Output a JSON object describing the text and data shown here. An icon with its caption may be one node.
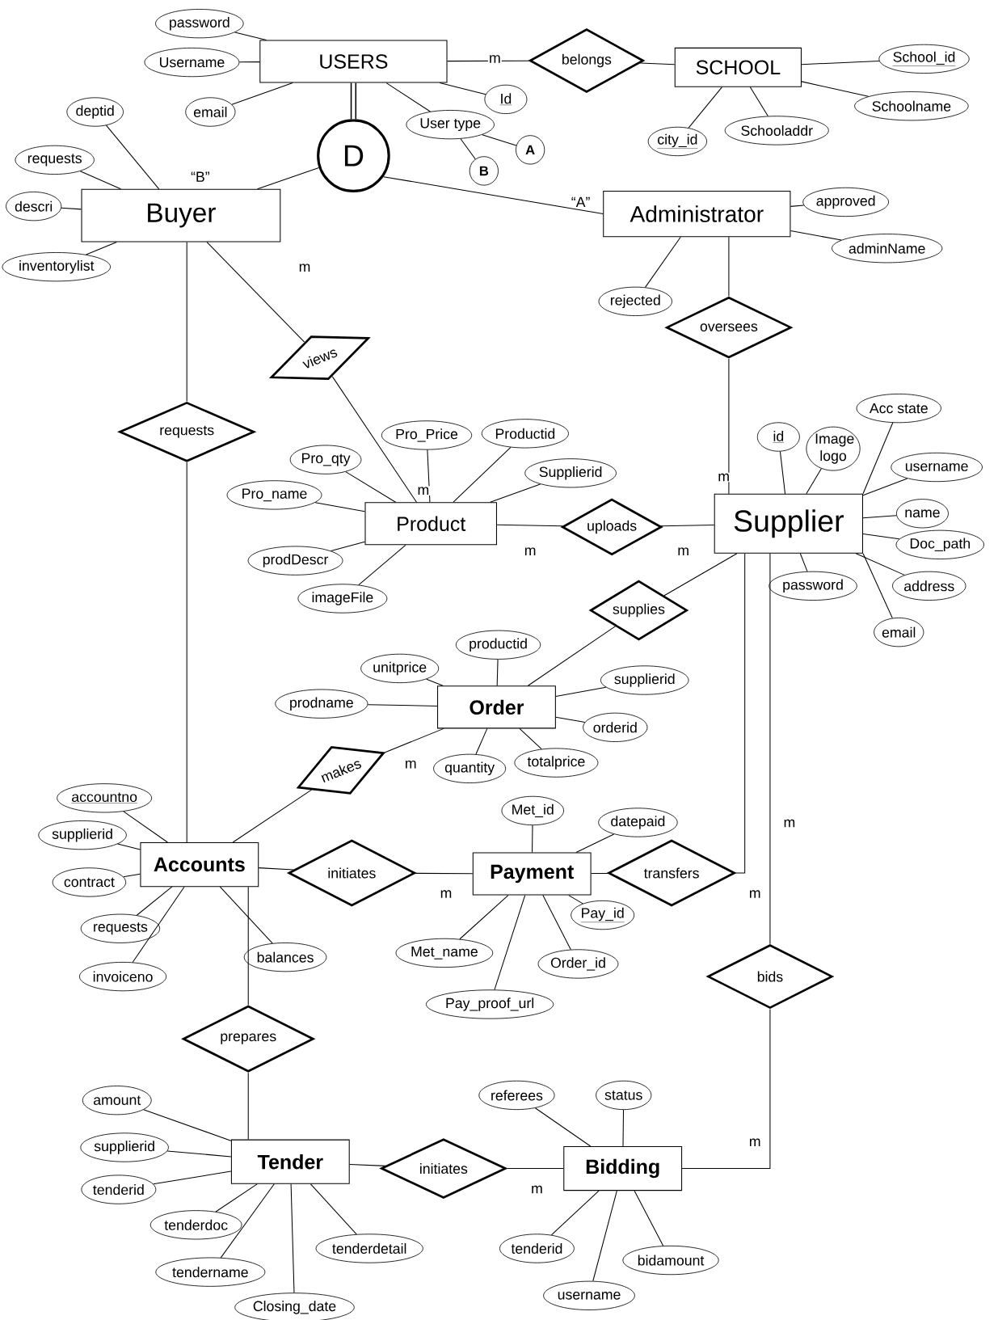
{
  "diagram": {
    "nodes": [
      {
        "text": [
          "USERS"
        ]
      },
      {
        "text": [
          "password"
        ]
      },
      {
        "text": [
          "Username"
        ]
      },
      {
        "text": [
          "email"
        ]
      },
      {
        "text": [
          "Id"
        ]
      },
      {
        "text": [
          "User type"
        ]
      },
      {
        "text": [
          "A"
        ]
      },
      {
        "text": [
          "B"
        ]
      },
      {
        "text": [
          "belongs"
        ]
      },
      {
        "text": [
          "SCHOOL"
        ]
      },
      {
        "text": [
          "School_id"
        ]
      },
      {
        "text": [
          "Schoolname"
        ]
      },
      {
        "text": [
          "Schooladdr"
        ]
      },
      {
        "text": [
          "city_id"
        ]
      },
      {
        "text": [
          "D"
        ]
      },
      {
        "text": [
          "Buyer"
        ]
      },
      {
        "text": [
          "deptid"
        ]
      },
      {
        "text": [
          "requests"
        ]
      },
      {
        "text": [
          "descri"
        ]
      },
      {
        "text": [
          "inventorylist"
        ]
      },
      {
        "text": [
          "Administrator"
        ]
      },
      {
        "text": [
          "approved"
        ]
      },
      {
        "text": [
          "adminName"
        ]
      },
      {
        "text": [
          "rejected"
        ]
      },
      {
        "text": [
          "views"
        ]
      },
      {
        "text": [
          "requests"
        ]
      },
      {
        "text": [
          "oversees"
        ]
      },
      {
        "text": [
          "Product"
        ]
      },
      {
        "text": [
          "Pro_Price"
        ]
      },
      {
        "text": [
          "Productid"
        ]
      },
      {
        "text": [
          "Pro_qty"
        ]
      },
      {
        "text": [
          "Supplierid"
        ]
      },
      {
        "text": [
          "Pro_name"
        ]
      },
      {
        "text": [
          "prodDescr"
        ]
      },
      {
        "text": [
          "imageFile"
        ]
      },
      {
        "text": [
          "uploads"
        ]
      },
      {
        "text": [
          "Supplier"
        ]
      },
      {
        "text": [
          "id"
        ]
      },
      {
        "text": [
          "Image logo"
        ]
      },
      {
        "text": [
          "Acc state"
        ]
      },
      {
        "text": [
          "username"
        ]
      },
      {
        "text": [
          "name"
        ]
      },
      {
        "text": [
          "Doc_path"
        ]
      },
      {
        "text": [
          "address"
        ]
      },
      {
        "text": [
          "email"
        ]
      },
      {
        "text": [
          "password"
        ]
      },
      {
        "text": [
          "supplies"
        ]
      },
      {
        "text": [
          "Order"
        ]
      },
      {
        "text": [
          "productid"
        ]
      },
      {
        "text": [
          "unitprice"
        ]
      },
      {
        "text": [
          "supplierid"
        ]
      },
      {
        "text": [
          "prodname"
        ]
      },
      {
        "text": [
          "orderid"
        ]
      },
      {
        "text": [
          "quantity"
        ]
      },
      {
        "text": [
          "totalprice"
        ]
      },
      {
        "text": [
          "makes"
        ]
      },
      {
        "text": [
          "Accounts"
        ]
      },
      {
        "text": [
          "accountno"
        ]
      },
      {
        "text": [
          "supplierid"
        ]
      },
      {
        "text": [
          "contract"
        ]
      },
      {
        "text": [
          "requests"
        ]
      },
      {
        "text": [
          "invoiceno"
        ]
      },
      {
        "text": [
          "balances"
        ]
      },
      {
        "text": [
          "initiates"
        ]
      },
      {
        "text": [
          "Payment"
        ]
      },
      {
        "text": [
          "Met_id"
        ]
      },
      {
        "text": [
          "datepaid"
        ]
      },
      {
        "text": [
          "Pay_id"
        ]
      },
      {
        "text": [
          "Met_name"
        ]
      },
      {
        "text": [
          "Order_id"
        ]
      },
      {
        "text": [
          "Pay_proof_url"
        ]
      },
      {
        "text": [
          "transfers"
        ]
      },
      {
        "text": [
          "bids"
        ]
      },
      {
        "text": [
          "prepares"
        ]
      },
      {
        "text": [
          "Tender"
        ]
      },
      {
        "text": [
          "amount"
        ]
      },
      {
        "text": [
          "supplierid"
        ]
      },
      {
        "text": [
          "tenderid"
        ]
      },
      {
        "text": [
          "tenderdoc"
        ]
      },
      {
        "text": [
          "tendername"
        ]
      },
      {
        "text": [
          "Closing_date"
        ]
      },
      {
        "text": [
          "tenderdetail"
        ]
      },
      {
        "text": [
          "initiates"
        ]
      },
      {
        "text": [
          "Bidding"
        ]
      },
      {
        "text": [
          "referees"
        ]
      },
      {
        "text": [
          "status"
        ]
      },
      {
        "text": [
          "tenderid"
        ]
      },
      {
        "text": [
          "bidamount"
        ]
      },
      {
        "text": [
          "username"
        ]
      }
    ],
    "edges": [
      {
        "from": 0,
        "to": 8,
        "arrow": "none",
        "label": "m"
      },
      {
        "from": 8,
        "to": 9,
        "arrow": "none"
      },
      {
        "from": 0,
        "to": 14,
        "arrow": "none",
        "style": "thick"
      },
      {
        "from": 14,
        "to": 15,
        "arrow": "none",
        "label": "“B”"
      },
      {
        "from": 14,
        "to": 20,
        "arrow": "none",
        "label": "“A”"
      },
      {
        "from": 15,
        "to": 24,
        "arrow": "none",
        "label": "m"
      },
      {
        "from": 24,
        "to": 27,
        "arrow": "none",
        "label": "m"
      },
      {
        "from": 15,
        "to": 25,
        "arrow": "none"
      },
      {
        "from": 25,
        "to": 56,
        "arrow": "none"
      },
      {
        "from": 20,
        "to": 26,
        "arrow": "none"
      },
      {
        "from": 26,
        "to": 36,
        "arrow": "none",
        "label": "m"
      },
      {
        "from": 27,
        "to": 35,
        "arrow": "none",
        "label": "m"
      },
      {
        "from": 35,
        "to": 36,
        "arrow": "none",
        "label": "m"
      },
      {
        "from": 36,
        "to": 46,
        "arrow": "none"
      },
      {
        "from": 46,
        "to": 47,
        "arrow": "none"
      },
      {
        "from": 47,
        "to": 55,
        "arrow": "none",
        "label": "m"
      },
      {
        "from": 55,
        "to": 56,
        "arrow": "none"
      },
      {
        "from": 56,
        "to": 63,
        "arrow": "none"
      },
      {
        "from": 63,
        "to": 64,
        "arrow": "none",
        "label": "m"
      },
      {
        "from": 64,
        "to": 71,
        "arrow": "none"
      },
      {
        "from": 71,
        "to": 36,
        "arrow": "none",
        "label": "m"
      },
      {
        "from": 36,
        "to": 72,
        "arrow": "none",
        "label": "m"
      },
      {
        "from": 72,
        "to": 83,
        "arrow": "none",
        "label": "m"
      },
      {
        "from": 56,
        "to": 73,
        "arrow": "none"
      },
      {
        "from": 73,
        "to": 74,
        "arrow": "none"
      },
      {
        "from": 74,
        "to": 82,
        "arrow": "none"
      },
      {
        "from": 82,
        "to": 83,
        "arrow": "none",
        "label": "m"
      },
      {
        "from": 1,
        "to": 0,
        "arrow": "none"
      },
      {
        "from": 2,
        "to": 0,
        "arrow": "none"
      },
      {
        "from": 3,
        "to": 0,
        "arrow": "none"
      },
      {
        "from": 4,
        "to": 0,
        "arrow": "none"
      },
      {
        "from": 5,
        "to": 0,
        "arrow": "none"
      },
      {
        "from": 6,
        "to": 5,
        "arrow": "none"
      },
      {
        "from": 7,
        "to": 5,
        "arrow": "none"
      },
      {
        "from": 10,
        "to": 9,
        "arrow": "none"
      },
      {
        "from": 11,
        "to": 9,
        "arrow": "none"
      },
      {
        "from": 12,
        "to": 9,
        "arrow": "none"
      },
      {
        "from": 13,
        "to": 9,
        "arrow": "none"
      },
      {
        "from": 16,
        "to": 15,
        "arrow": "none"
      },
      {
        "from": 17,
        "to": 15,
        "arrow": "none"
      },
      {
        "from": 18,
        "to": 15,
        "arrow": "none"
      },
      {
        "from": 19,
        "to": 15,
        "arrow": "none"
      },
      {
        "from": 21,
        "to": 20,
        "arrow": "none"
      },
      {
        "from": 22,
        "to": 20,
        "arrow": "none"
      },
      {
        "from": 23,
        "to": 20,
        "arrow": "none"
      },
      {
        "from": 28,
        "to": 27,
        "arrow": "none"
      },
      {
        "from": 29,
        "to": 27,
        "arrow": "none"
      },
      {
        "from": 30,
        "to": 27,
        "arrow": "none"
      },
      {
        "from": 31,
        "to": 27,
        "arrow": "none"
      },
      {
        "from": 32,
        "to": 27,
        "arrow": "none"
      },
      {
        "from": 33,
        "to": 27,
        "arrow": "none"
      },
      {
        "from": 34,
        "to": 27,
        "arrow": "none"
      },
      {
        "from": 37,
        "to": 36,
        "arrow": "none"
      },
      {
        "from": 38,
        "to": 36,
        "arrow": "none"
      },
      {
        "from": 39,
        "to": 36,
        "arrow": "none"
      },
      {
        "from": 40,
        "to": 36,
        "arrow": "none"
      },
      {
        "from": 41,
        "to": 36,
        "arrow": "none"
      },
      {
        "from": 42,
        "to": 36,
        "arrow": "none"
      },
      {
        "from": 43,
        "to": 36,
        "arrow": "none"
      },
      {
        "from": 44,
        "to": 36,
        "arrow": "none"
      },
      {
        "from": 45,
        "to": 36,
        "arrow": "none"
      },
      {
        "from": 48,
        "to": 47,
        "arrow": "none"
      },
      {
        "from": 49,
        "to": 47,
        "arrow": "none"
      },
      {
        "from": 50,
        "to": 47,
        "arrow": "none"
      },
      {
        "from": 51,
        "to": 47,
        "arrow": "none"
      },
      {
        "from": 52,
        "to": 47,
        "arrow": "none"
      },
      {
        "from": 53,
        "to": 47,
        "arrow": "none"
      },
      {
        "from": 54,
        "to": 47,
        "arrow": "none"
      },
      {
        "from": 57,
        "to": 56,
        "arrow": "none"
      },
      {
        "from": 58,
        "to": 56,
        "arrow": "none"
      },
      {
        "from": 59,
        "to": 56,
        "arrow": "none"
      },
      {
        "from": 60,
        "to": 56,
        "arrow": "none"
      },
      {
        "from": 61,
        "to": 56,
        "arrow": "none"
      },
      {
        "from": 62,
        "to": 56,
        "arrow": "none"
      },
      {
        "from": 65,
        "to": 64,
        "arrow": "none"
      },
      {
        "from": 66,
        "to": 64,
        "arrow": "none"
      },
      {
        "from": 67,
        "to": 64,
        "arrow": "none"
      },
      {
        "from": 68,
        "to": 64,
        "arrow": "none"
      },
      {
        "from": 69,
        "to": 64,
        "arrow": "none"
      },
      {
        "from": 70,
        "to": 64,
        "arrow": "none"
      },
      {
        "from": 75,
        "to": 74,
        "arrow": "none"
      },
      {
        "from": 76,
        "to": 74,
        "arrow": "none"
      },
      {
        "from": 77,
        "to": 74,
        "arrow": "none"
      },
      {
        "from": 78,
        "to": 74,
        "arrow": "none"
      },
      {
        "from": 79,
        "to": 74,
        "arrow": "none"
      },
      {
        "from": 80,
        "to": 74,
        "arrow": "none"
      },
      {
        "from": 81,
        "to": 74,
        "arrow": "none"
      },
      {
        "from": 84,
        "to": 83,
        "arrow": "none"
      },
      {
        "from": 85,
        "to": 83,
        "arrow": "none"
      },
      {
        "from": 86,
        "to": 83,
        "arrow": "none"
      },
      {
        "from": 87,
        "to": 83,
        "arrow": "none"
      },
      {
        "from": 88,
        "to": 83,
        "arrow": "none"
      }
    ]
  }
}
